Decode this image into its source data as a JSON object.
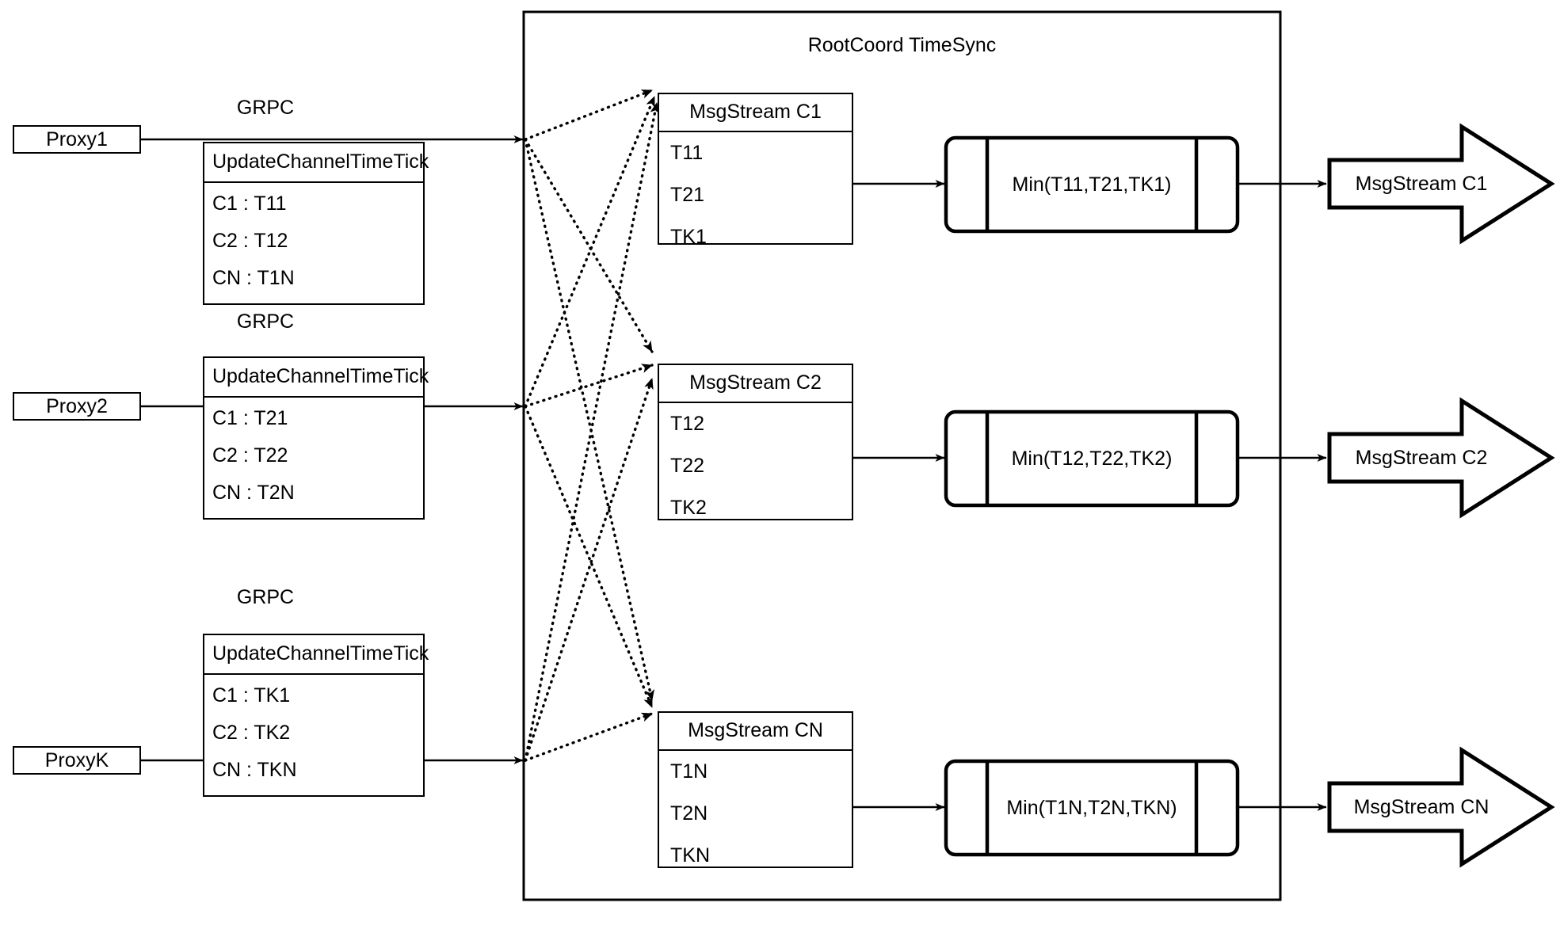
{
  "diagram": {
    "title": "RootCoord TimeSync",
    "container_label": "RootCoord TimeSync",
    "colors": {
      "stroke": "#000000",
      "background": "#ffffff",
      "fill": "#ffffff"
    }
  },
  "rows": [
    {
      "proxy": "Proxy1",
      "grpc_label": "GRPC",
      "request": {
        "header": "UpdateChannelTimeTick",
        "entries": [
          "C1 :  T11",
          "C2 :  T12",
          "CN : T1N"
        ]
      },
      "msgstream": {
        "header": "MsgStream C1",
        "entries": [
          "T11",
          "T21",
          "TK1"
        ]
      },
      "process": "Min(T11,T21,TK1)",
      "output": "MsgStream C1"
    },
    {
      "proxy": "Proxy2",
      "grpc_label": "GRPC",
      "request": {
        "header": "UpdateChannelTimeTick",
        "entries": [
          "C1 :  T21",
          "C2 :  T22",
          "CN : T2N"
        ]
      },
      "msgstream": {
        "header": "MsgStream C2",
        "entries": [
          "T12",
          "T22",
          "TK2"
        ]
      },
      "process": "Min(T12,T22,TK2)",
      "output": "MsgStream C2"
    },
    {
      "proxy": "ProxyK",
      "grpc_label": "GRPC",
      "request": {
        "header": "UpdateChannelTimeTick",
        "entries": [
          "C1 :  TK1",
          "C2 :  TK2",
          "CN : TKN"
        ]
      },
      "msgstream": {
        "header": "MsgStream CN",
        "entries": [
          "T1N",
          "T2N",
          "TKN"
        ]
      },
      "process": "Min(T1N,T2N,TKN)",
      "output": "MsgStream CN"
    }
  ]
}
